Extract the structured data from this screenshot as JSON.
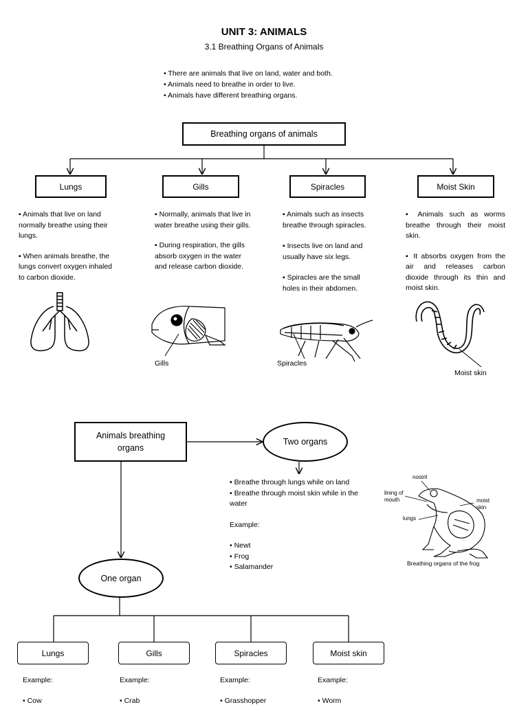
{
  "title": "UNIT 3: ANIMALS",
  "subtitle": "3.1 Breathing Organs of Animals",
  "intro_bullets": [
    "• There are animals that live on land, water and both.",
    "• Animals need to breathe in order to live.",
    "• Animals have different breathing organs."
  ],
  "top_chart": {
    "root": "Breathing organs of animals",
    "columns": [
      {
        "label": "Lungs",
        "points": [
          "▪ Animals that live on land normally breathe using their lungs.",
          "▪ When animals breathe, the lungs convert oxygen inhaled to carbon dioxide."
        ],
        "image_caption": ""
      },
      {
        "label": "Gills",
        "points": [
          "▪ Normally, animals that live in water breathe using their gills.",
          "▪ During respiration, the gills absorb oxygen in the water and release carbon dioxide."
        ],
        "image_caption": "Gills"
      },
      {
        "label": "Spiracles",
        "points": [
          "▪ Animals such as insects breathe through spiracles.",
          "▪ Insects live on land and usually have six legs.",
          "▪ Spiracles are the small holes in their abdomen."
        ],
        "image_caption": "Spiracles"
      },
      {
        "label": "Moist Skin",
        "points": [
          "▪ Animals such as worms breathe through their moist skin.",
          "▪ It absorbs oxygen from the air and releases carbon dioxide through its thin and moist skin."
        ],
        "image_caption": "Moist skin"
      }
    ]
  },
  "bottom_chart": {
    "root": "Animals breathing organs",
    "two_organs": {
      "label": "Two organs",
      "points": [
        "▪ Breathe through lungs while on land",
        "▪ Breathe through moist skin while in the water"
      ],
      "example_label": "Example:",
      "examples": [
        "• Newt",
        "• Frog",
        "• Salamander"
      ]
    },
    "frog_figure": {
      "labels": {
        "nostril": "nostril",
        "lining": "lining of mouth",
        "moist_skin": "moist skin",
        "lungs": "lungs"
      },
      "caption": "Breathing organs of the frog"
    },
    "one_organ": {
      "label": "One organ",
      "children": [
        {
          "label": "Lungs",
          "example_label": "Example:",
          "example": "• Cow"
        },
        {
          "label": "Gills",
          "example_label": "Example:",
          "example": "• Crab"
        },
        {
          "label": "Spiracles",
          "example_label": "Example:",
          "example": "• Grasshopper"
        },
        {
          "label": "Moist skin",
          "example_label": "Example:",
          "example": "• Worm"
        }
      ]
    }
  }
}
